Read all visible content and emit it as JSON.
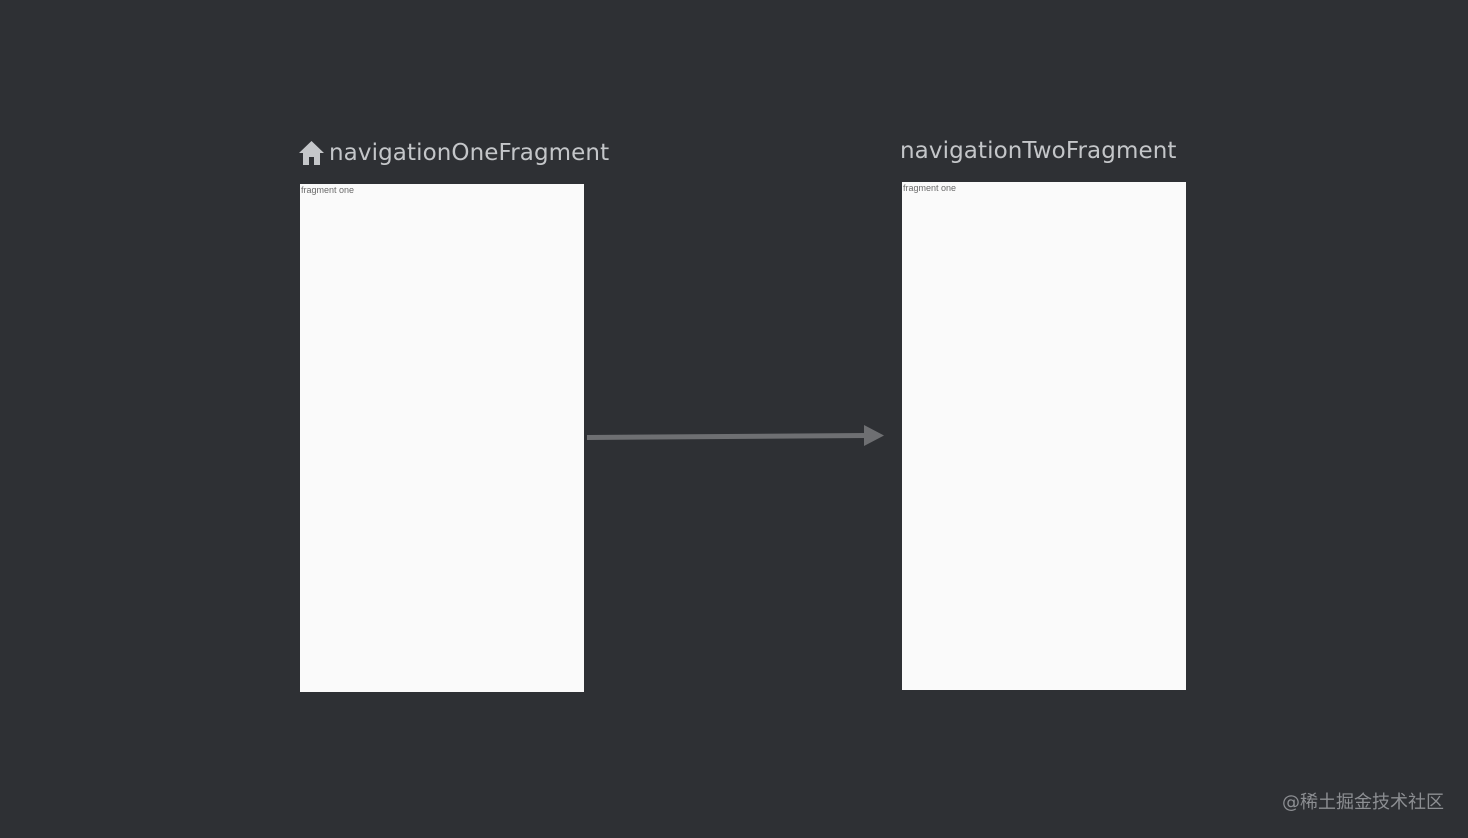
{
  "graph": {
    "destinations": [
      {
        "title": "navigationOneFragment",
        "is_start_destination": true,
        "start_icon": "home-icon",
        "preview_text": "fragment one"
      },
      {
        "title": "navigationTwoFragment",
        "is_start_destination": false,
        "preview_text": "fragment one"
      }
    ],
    "actions": [
      {
        "from": "navigationOneFragment",
        "to": "navigationTwoFragment"
      }
    ]
  },
  "watermark": "@稀土掘金技术社区",
  "colors": {
    "canvas_background": "#2e3034",
    "title_text": "#c4c6c9",
    "preview_background": "#fafafa",
    "action_arrow": "#6e6f72",
    "watermark_text": "#8c8e92"
  }
}
